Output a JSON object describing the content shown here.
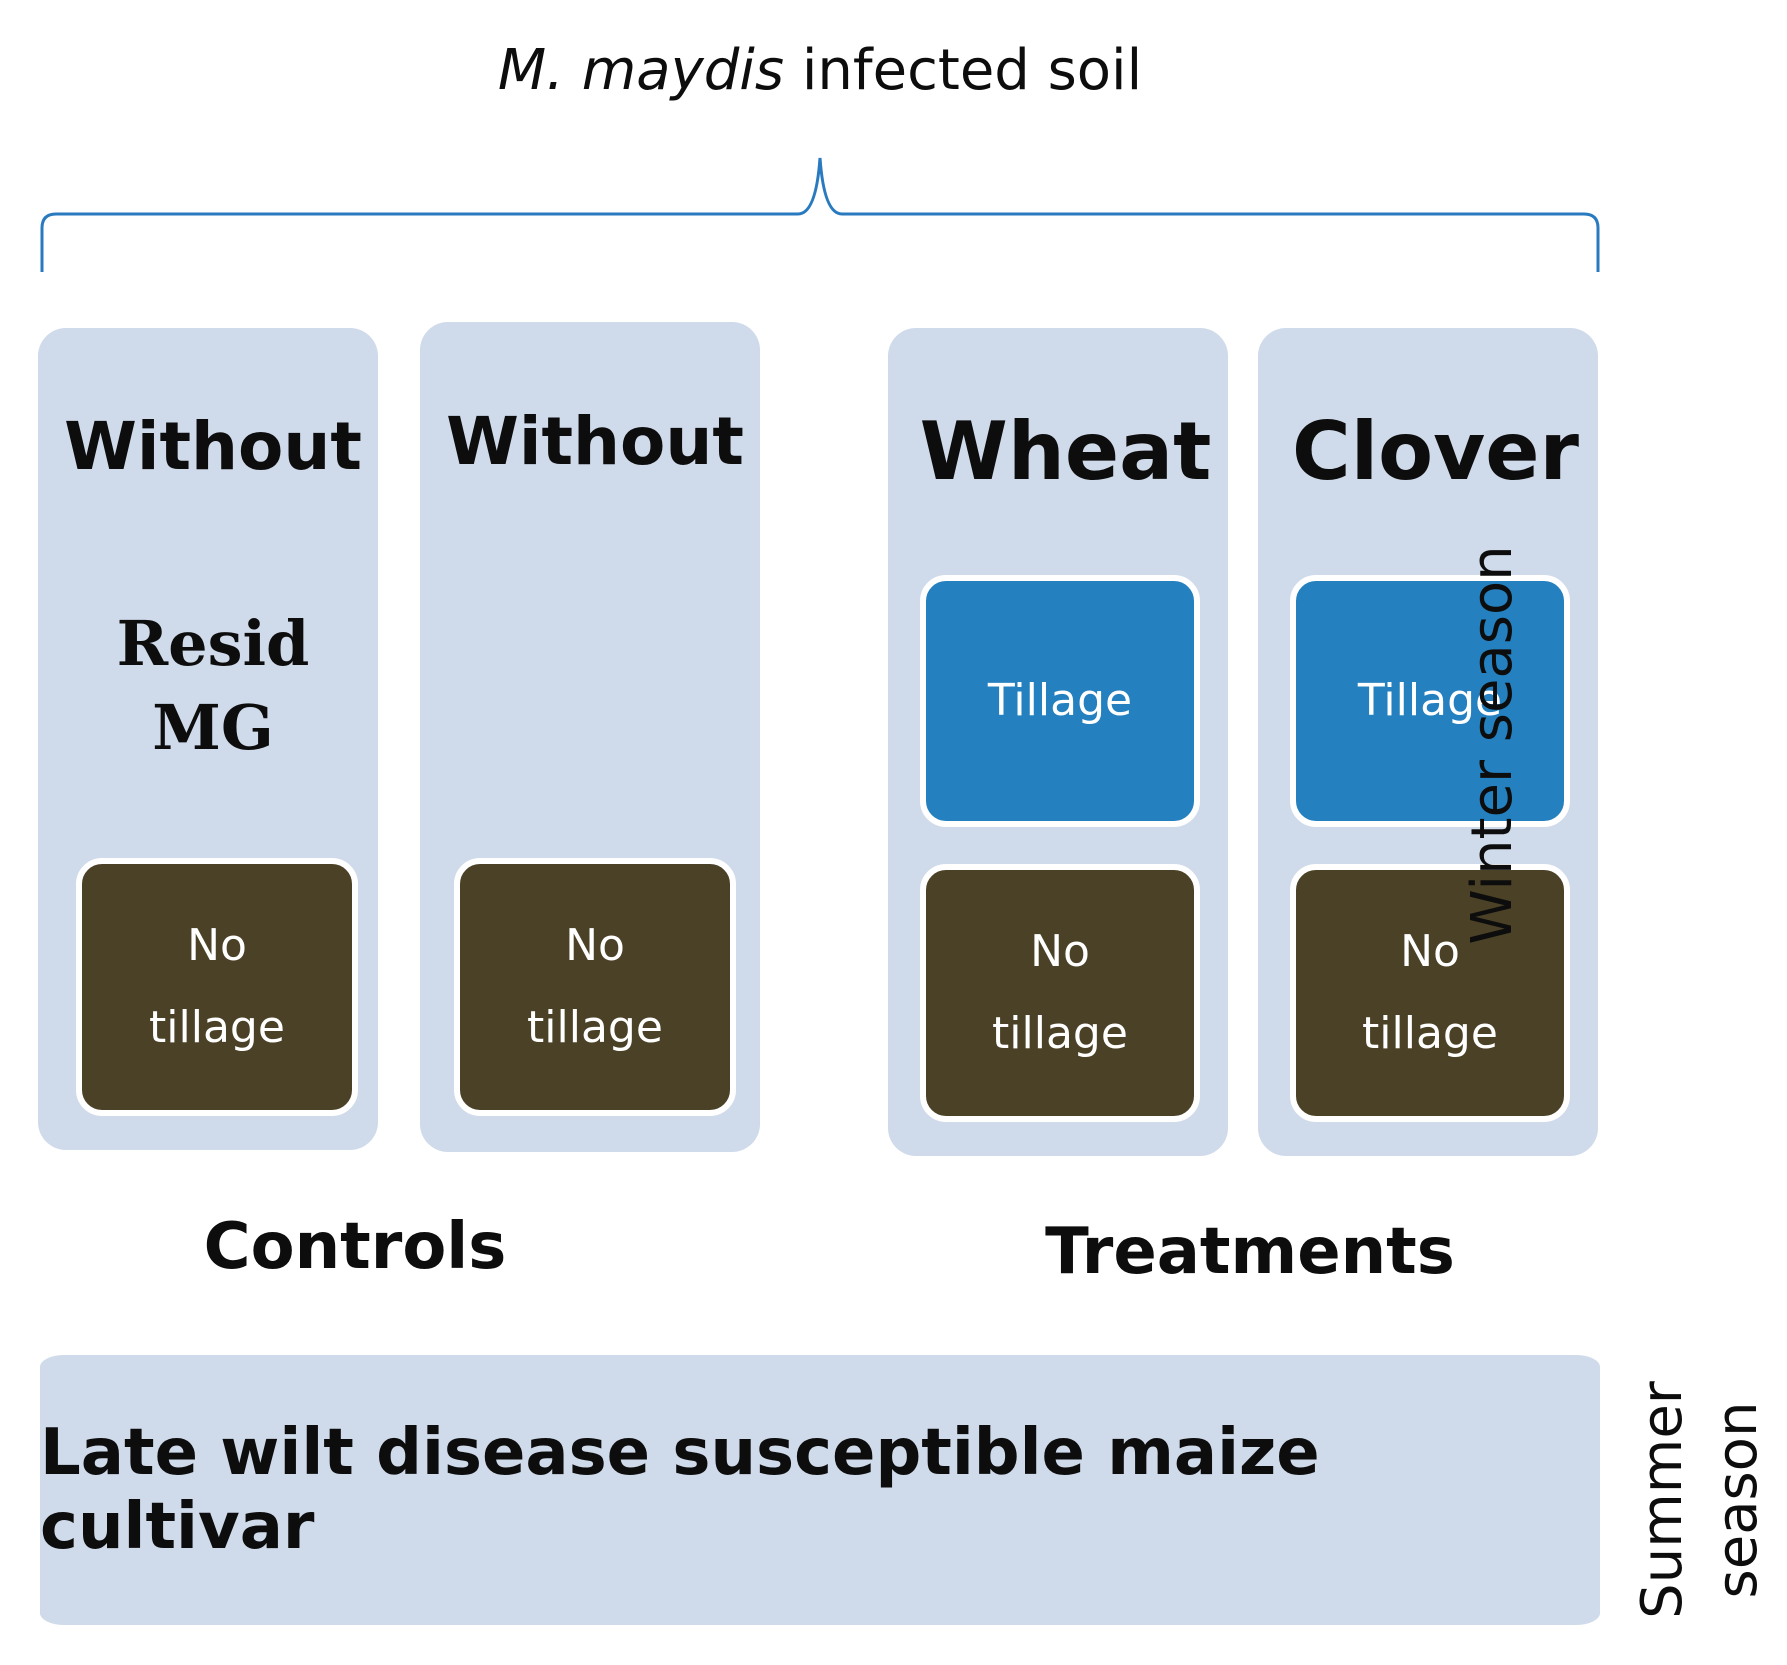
{
  "title": {
    "italic": "M. maydis",
    "rest": " infected soil"
  },
  "columns": [
    {
      "heading": "Without",
      "subheading_line1": "Resid",
      "subheading_line2": "MG",
      "box_line1": "No",
      "box_line2": "tillage"
    },
    {
      "heading": "Without",
      "box_line1": "No",
      "box_line2": "tillage"
    },
    {
      "heading": "Wheat",
      "tillage_label": "Tillage",
      "box_line1": "No",
      "box_line2": "tillage"
    },
    {
      "heading": "Clover",
      "tillage_label": "Tillage",
      "box_line1": "No",
      "box_line2": "tillage"
    }
  ],
  "groups": {
    "controls": "Controls",
    "treatments": "Treatments"
  },
  "summer_box": "Late wilt disease susceptible maize cultivar",
  "side_labels": {
    "winter": "Winter season",
    "summer_line1": "Summer",
    "summer_line2": "season"
  },
  "colors": {
    "column_bg": "#cfdaea",
    "no_tillage": "#4b4126",
    "tillage": "#2480bf",
    "brace": "#2a7ac0"
  }
}
